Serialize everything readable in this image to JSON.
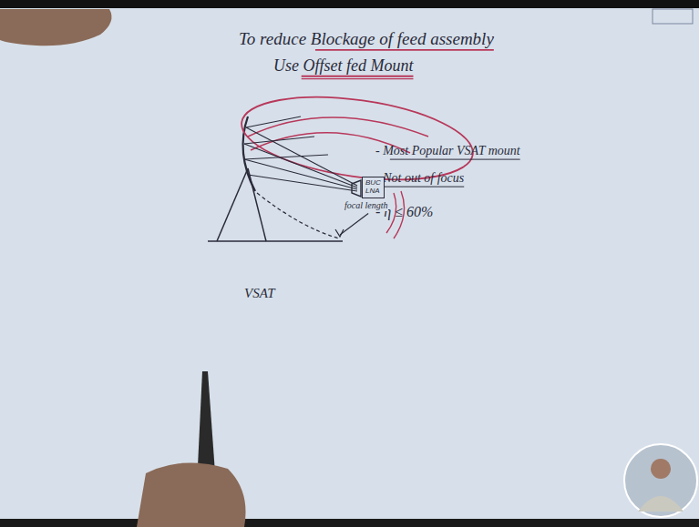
{
  "diagram": {
    "title": "To reduce Blockage of feed assembly",
    "nodes": [
      {
        "text": [
          "BUC LNA"
        ]
      }
    ],
    "labels": [
      "Use Offset fed Mount",
      "- Most Popular VSAT mount",
      "- Not out of focus",
      "- η ≤ 60%",
      "focal length",
      "VSAT"
    ]
  }
}
